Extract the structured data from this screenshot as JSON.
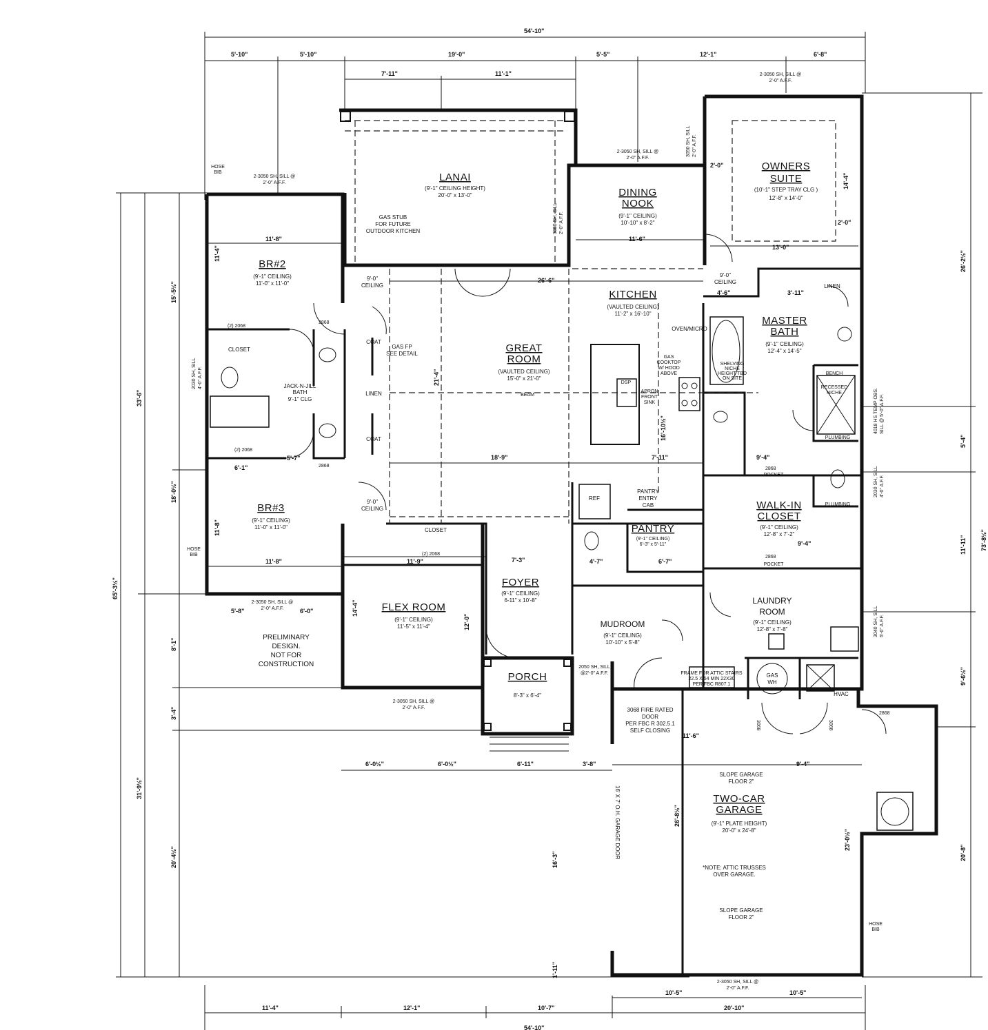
{
  "overall": {
    "width_top": "54'-10\"",
    "width_bottom": "54'-10\""
  },
  "dims_top_row": [
    "5'-10\"",
    "5'-10\"",
    "19'-0\"",
    "5'-5\"",
    "12'-1\"",
    "6'-8\""
  ],
  "dims_lanai_row": [
    "7'-11\"",
    "11'-1\""
  ],
  "dims_bottom_row": [
    "11'-4\"",
    "12'-1\"",
    "10'-7\"",
    "20'-10\""
  ],
  "dims_garage_bottom": [
    "10'-5\"",
    "10'-5\""
  ],
  "dims_porch_row": [
    "6'-0½\"",
    "6'-0½\"",
    "6'-11\"",
    "3'-8\""
  ],
  "dims_left": [
    "65'-3½\"",
    "33'-6\"",
    "31'-9½\"",
    "15'-5½\"",
    "18'-0½\"",
    "8'-1\"",
    "3'-4\"",
    "20'-4½\""
  ],
  "dims_right": [
    "73'-8½\"",
    "26'-2½\"",
    "5'-4\"",
    "11'-11\"",
    "9'-6½\"",
    "20'-8\""
  ],
  "rooms": {
    "lanai": {
      "name": "LANAI",
      "ceiling": "(9'-1\" CEILING HEIGHT)",
      "size": "20'-0\" x 13'-0\""
    },
    "dining": {
      "name1": "DINING",
      "name2": "NOOK",
      "ceiling": "(9'-1\" CEILING)",
      "size": "10'-10\" x 8'-2\""
    },
    "owners": {
      "name1": "OWNERS",
      "name2": "SUITE",
      "ceiling": "(10'-1\" STEP TRAY CLG )",
      "size": "12'-8\" x 14'-0\""
    },
    "br2": {
      "name": "BR#2",
      "ceiling": "(9'-1\" CEILING)",
      "size": "11'-0\" x 11'-0\""
    },
    "br3": {
      "name": "BR#3",
      "ceiling": "(9'-1\" CEILING)",
      "size": "11'-0\" x 11'-0\""
    },
    "great": {
      "name1": "GREAT",
      "name2": "ROOM",
      "ceiling": "(VAULTED CEILING)",
      "size": "15'-0\" x 21'-0\""
    },
    "kitchen": {
      "name": "KITCHEN",
      "ceiling": "(VAULTED CEILING)",
      "size": "11'-2\" x 16'-10\""
    },
    "master_bath": {
      "name1": "MASTER",
      "name2": "BATH",
      "ceiling": "(9'-1\" CEILING)",
      "size": "12'-4\" x 14'-5\""
    },
    "walkin": {
      "name1": "WALK-IN",
      "name2": "CLOSET",
      "ceiling": "(9'-1\" CEILING)",
      "size": "12'-8\" x 7'-2\""
    },
    "pantry": {
      "name": "PANTRY",
      "ceiling": "(9'-1\" CEILING)",
      "size": "6'-3\" x 5'-11\""
    },
    "flex": {
      "name": "FLEX ROOM",
      "ceiling": "(9'-1\" CEILING)",
      "size": "11'-5\" x 11'-4\""
    },
    "foyer": {
      "name": "FOYER",
      "ceiling": "(9'-1\" CEILING)",
      "size": "6-11\" x 10'-8\""
    },
    "mudroom": {
      "name": "MUDROOM",
      "ceiling": "(9'-1\" CEILING)",
      "size": "10'-10\" x 5'-8\""
    },
    "laundry": {
      "name1": "LAUNDRY",
      "name2": "ROOM",
      "ceiling": "(9'-1\" CEILING)",
      "size": "12'-8\" x 7'-8\""
    },
    "porch": {
      "name": "PORCH",
      "size": "8'-3\" x 6'-4\""
    },
    "garage": {
      "name1": "TWO-CAR",
      "name2": "GARAGE",
      "ceiling": "(9'-1\" PLATE HEIGHT)",
      "size": "20'-0\" x 24'-8\""
    }
  },
  "notes": {
    "prelim": [
      "PRELIMINARY",
      "DESIGN.",
      "NOT FOR",
      "CONSTRUCTION"
    ],
    "gas_stub": [
      "GAS STUB",
      "FOR FUTURE",
      "OUTDOOR KITCHEN"
    ],
    "gas_fp": [
      "GAS FP",
      "SEE DETAIL"
    ],
    "attic_note": [
      "*NOTE: ATTIC TRUSSES",
      "OVER GARAGE."
    ],
    "slope_top": [
      "SLOPE GARAGE",
      "FLOOR 2\""
    ],
    "slope_bottom": [
      "SLOPE GARAGE",
      "FLOOR 2\""
    ],
    "fire_door": [
      "3068 FIRE RATED",
      "DOOR",
      "PER FBC R 302.5.1",
      "SELF CLOSING"
    ],
    "attic_frame": [
      "FRAME FOR ATTIC STAIRS",
      "22.5 X 54 MIN 22X30",
      "PER FBC R807.1"
    ],
    "jack_jill": [
      "JACK-N-JILL",
      "BATH",
      "9'-1\" CLG"
    ],
    "oven": "OVEN/MICRO",
    "cooktop": [
      "GAS",
      "COOKTOP",
      "W/ HOOD",
      "ABOVE"
    ],
    "apron": [
      "APRON",
      "FRONT",
      "SINK"
    ],
    "pantry_cab": [
      "PANTRY",
      "ENTRY",
      "CAB"
    ],
    "gas_wh": [
      "GAS",
      "WH"
    ],
    "hvac": "HVAC",
    "garage_door": "16' X 7' O.H. GARAGE DOOR",
    "ref": "REF",
    "dsp": "DSP",
    "beam": "BEAM",
    "closet": "CLOSET",
    "coat": "COAT",
    "linen": "LINEN",
    "bench": "BENCH",
    "recessed_niche": [
      "RECESSED",
      "NICHE"
    ],
    "shelving": [
      "SHELVING",
      "NICHE",
      "HEIGHT TBD",
      "ON SITE"
    ],
    "plumbing": "PLUMBING",
    "pocket": "POCKET",
    "hose_bib": [
      "HOSE",
      "BIB"
    ]
  },
  "windows": {
    "br2_top": [
      "2-3050 SH, SILL @",
      "2'-0\" A.F.F."
    ],
    "owners_top": [
      "2-3050 SH, SILL @",
      "2'-0\" A.F.F."
    ],
    "dining_top": [
      "2-3050 SH, SILL @",
      "2'-0\" A.F.F."
    ],
    "br3_bottom": [
      "2-3050 SH, SILL @",
      "2'-0\" A.F.F."
    ],
    "flex_bottom": [
      "2-3050 SH, SILL @",
      "2'-0\" A.F.F."
    ],
    "porch_top": [
      "2050 SH, SILL",
      "@2'-0\" A.F.F."
    ],
    "garage_bottom": [
      "2-3050 SH, SILL @",
      "2'-0\" A.F.F."
    ],
    "lanai_side": [
      "3050 SH, SILL",
      "2'-0\" A.F.F."
    ],
    "owners_side": [
      "3050 SH, SILL",
      "2'-0\" A.F.F."
    ],
    "bath_left": [
      "2030 SH, SILL",
      "4'-0\" A.F.F."
    ],
    "mbath_right": [
      "4018 HS TEMP OBS.",
      "SILL @ 5'-0\" A.F.F."
    ],
    "wc_right": [
      "2030 SH, SILL",
      "4'-0\" A.F.F."
    ],
    "laundry_right": [
      "3040 SH, SILL",
      "5'-0\" A.F.F."
    ]
  },
  "interior_dims": {
    "a": "11'-8\"",
    "b": "11'-4\"",
    "c": "11'-8\"",
    "d": "11'-8\"",
    "e": "5'-8\"",
    "f": "6'-0\"",
    "g": "13'-0\"",
    "h": "11'-6\"",
    "i": "26'-6\"",
    "j": "18'-9\"",
    "k": "7'-11\"",
    "l": "9'-4\"",
    "m": "9'-4\"",
    "n": "11'-9\"",
    "o": "7'-3\"",
    "p": "6'-7\"",
    "q": "11'-6\"",
    "r": "9'-4\"",
    "s": "4'-6\"",
    "t": "3'-11\"",
    "u": "2'-0\"",
    "v": "2'-0\"",
    "w": "14'-4\"",
    "x": "12'-0\"",
    "y": "14'-4\"",
    "z": "21'-4\"",
    "aa": "16'-3\"",
    "ab": "16'-10½\"",
    "ac": "26'-8½\"",
    "ad": "23'-0½\"",
    "ae": "9'-0\"",
    "af": "CEILING",
    "ag": "2868",
    "ah": "(2) 2068",
    "ai": "3068",
    "aj": "1'-11\"",
    "ak": "4'-7\"",
    "al": "5'-7\"",
    "am": "6'-1\""
  }
}
